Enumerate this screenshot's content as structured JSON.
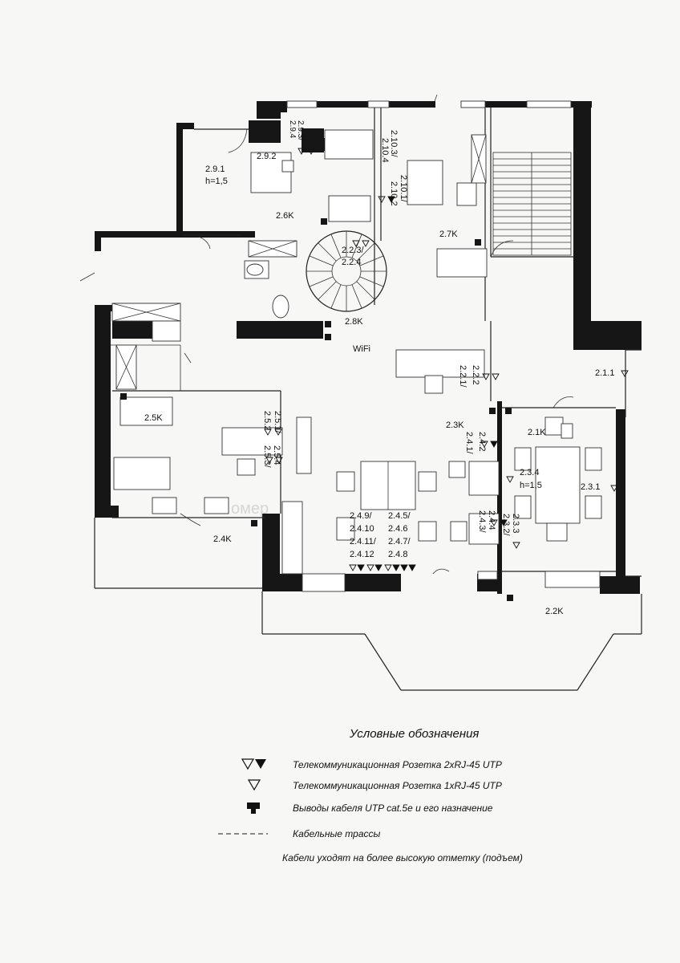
{
  "plan_labels": {
    "r291": "2.9.1",
    "h15a": "h=1,5",
    "r292": "2.9.2",
    "r293": "2.9.3/",
    "r294": "2.9.4",
    "r2103": "2.10.3/",
    "r2104": "2.10.4",
    "r2101": "2.10.1/",
    "r2102": "2.10.2",
    "k26": "2.6K",
    "k27": "2.7K",
    "r223": "2.2.3/",
    "r224": "2.2.4",
    "k28": "2.8K",
    "wifi": "WiFi",
    "r221": "2.2.1/",
    "r222": "2.2.2",
    "r211": "2.1.1",
    "k25": "2.5K",
    "r251": "2.5.1/",
    "r252": "2.5.2",
    "r253": "2.5.3/",
    "r254": "2.5.4",
    "k23": "2.3K",
    "k21": "2.1K",
    "r241": "2.4.1/",
    "r242": "2.4.2",
    "r234": "2.3.4",
    "h15b": "h=1,5",
    "r231": "2.3.1",
    "r243": "2.4.3/",
    "r244": "2.4.4",
    "r232": "2.3.2/",
    "r233": "2.3.3",
    "r249": "2.4.9/",
    "r2410": "2.4.10",
    "r2411": "2.4.11/",
    "r2412": "2.4.12",
    "r245": "2.4.5/",
    "r246": "2.4.6",
    "r247": "2.4.7/",
    "r248": "2.4.8",
    "k24": "2.4K",
    "k22": "2.2K"
  },
  "watermark": "омер",
  "legend": {
    "title": "Условные обозначения",
    "items": [
      {
        "symbol": "outlet-2x-icon",
        "text": "Телекоммуникационная Розетка 2xRJ-45 UTP"
      },
      {
        "symbol": "outlet-1x-icon",
        "text": "Телекоммуникационная Розетка 1xRJ-45 UTP"
      },
      {
        "symbol": "cable-outlet-icon",
        "text": "Выводы кабеля UTP cat.5e и его назначение"
      },
      {
        "symbol": "cable-route-icon",
        "text": "Кабельные трассы"
      },
      {
        "symbol": "",
        "text": "Кабели уходят на более высокую отметку (подъем)"
      }
    ]
  }
}
